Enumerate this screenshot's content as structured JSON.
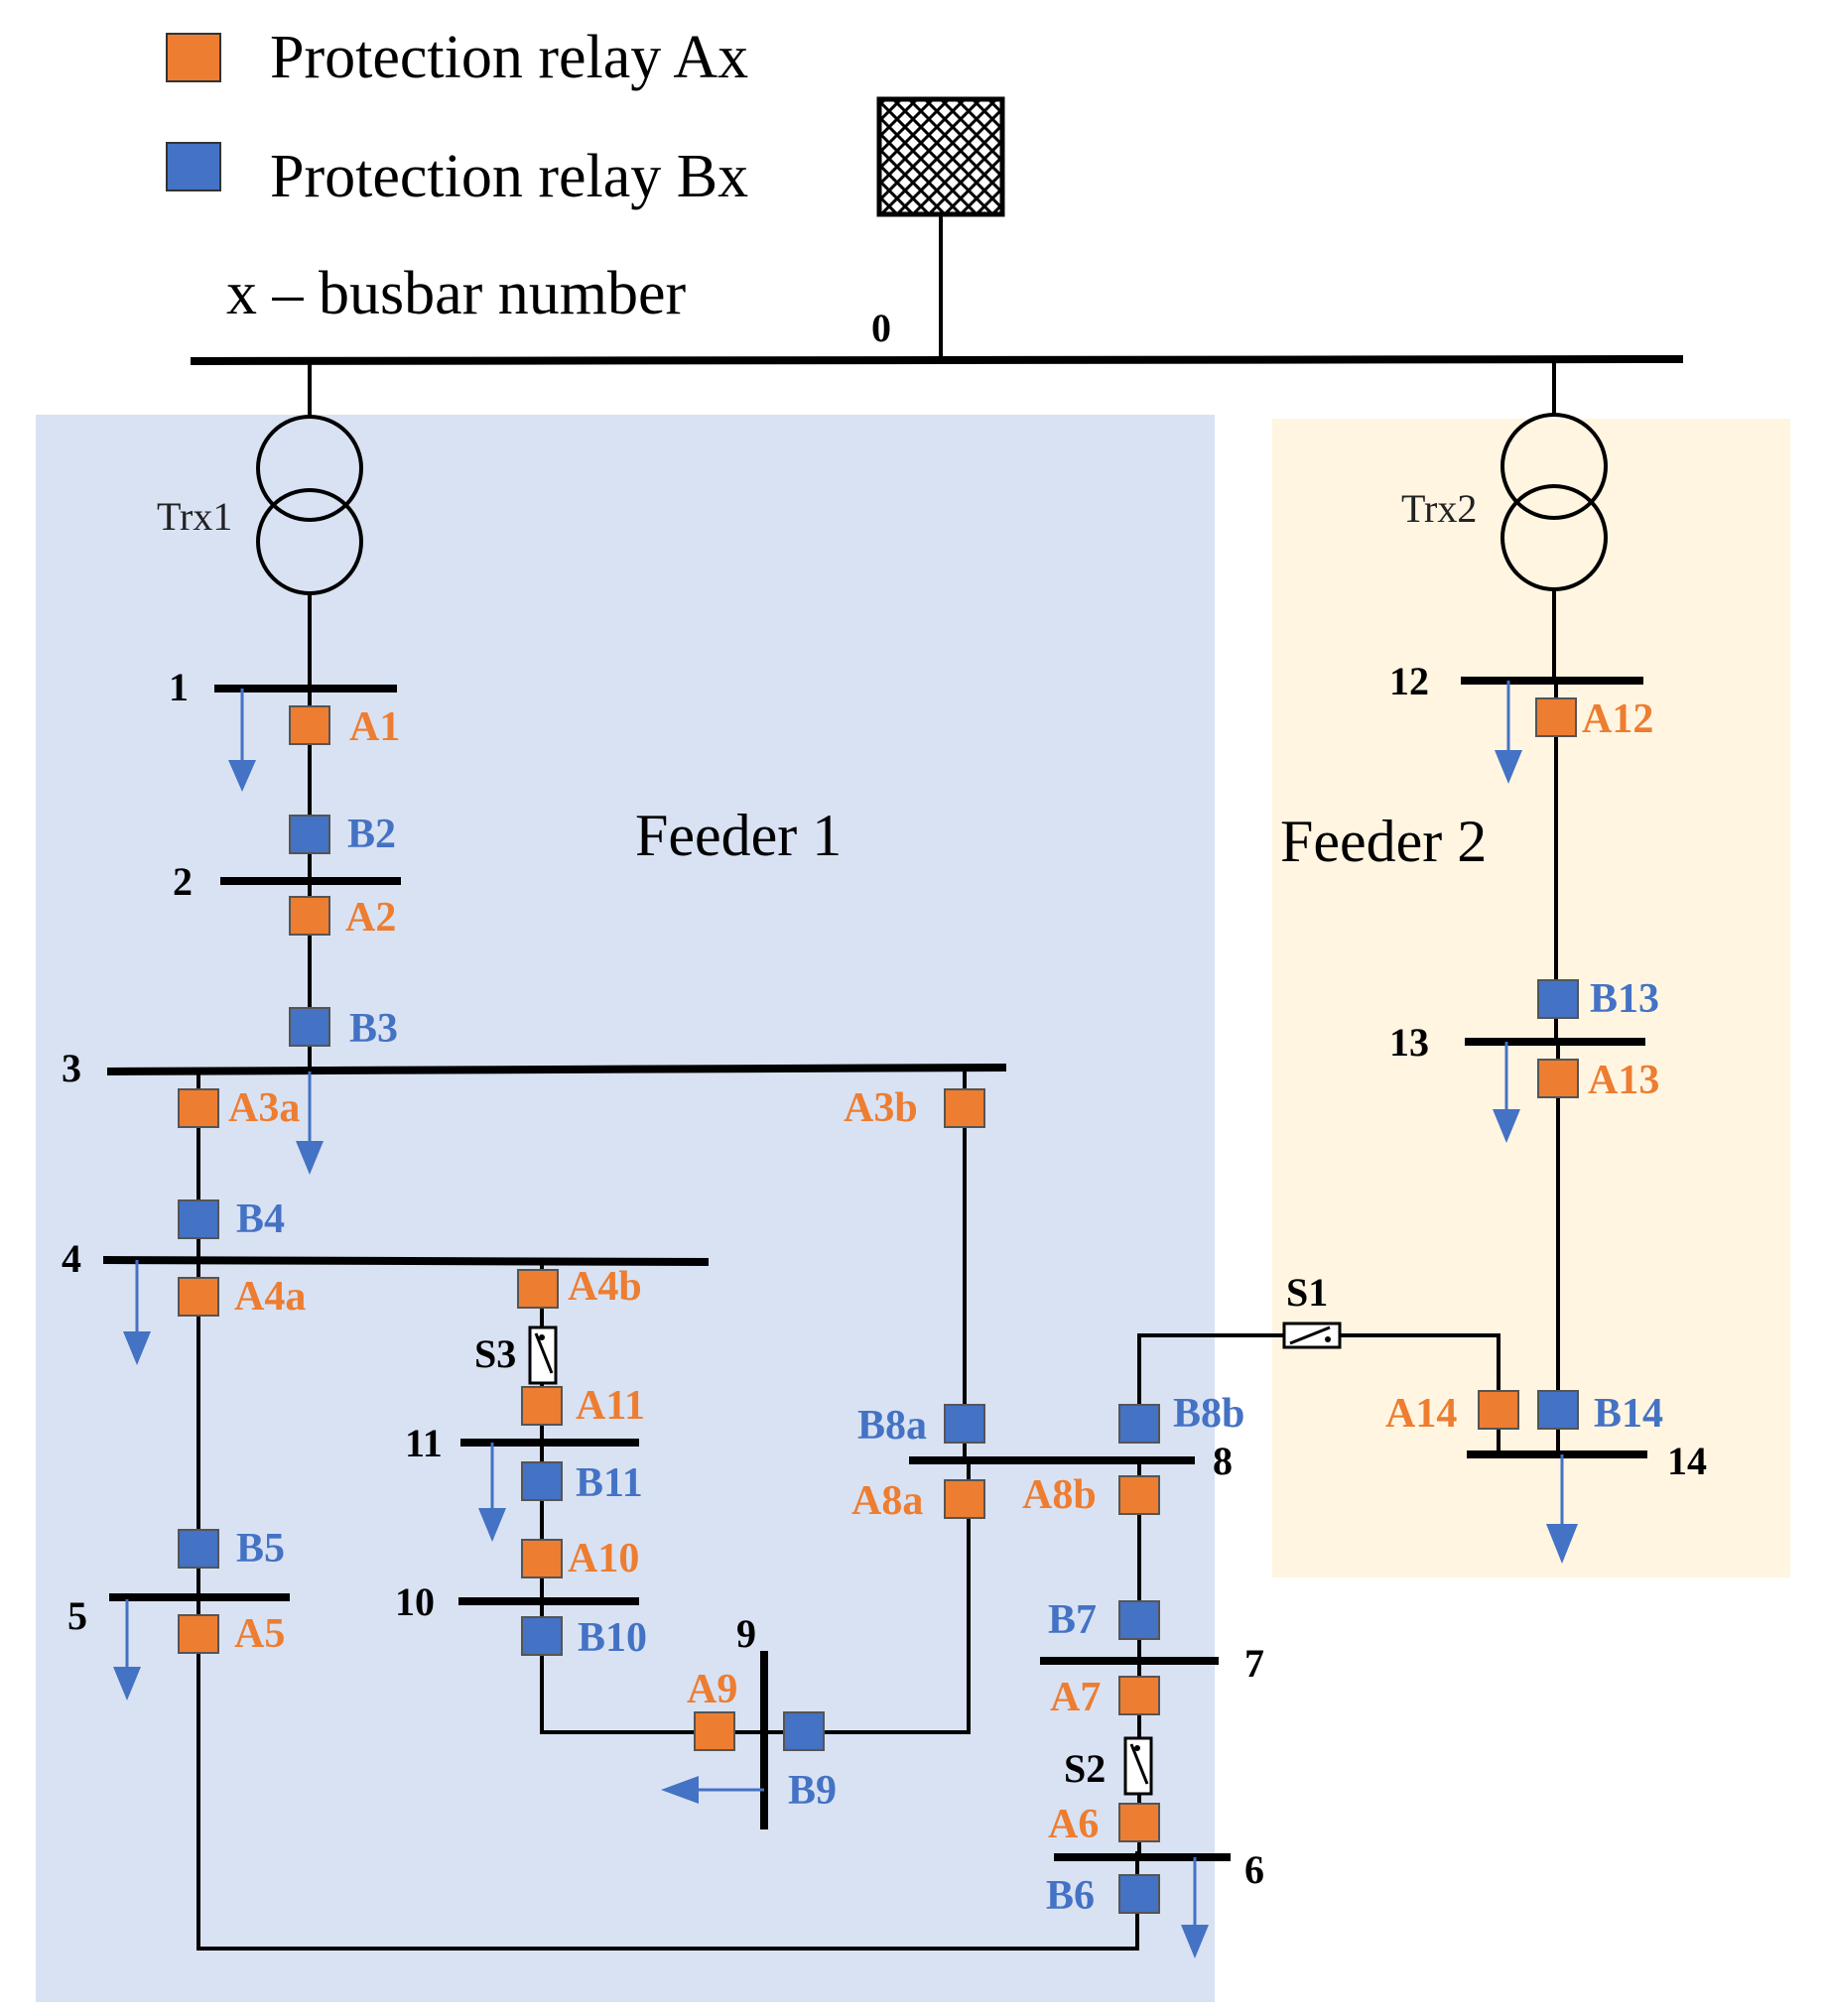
{
  "colors": {
    "relay_a": "#ED7D31",
    "relay_b": "#4472C4",
    "feeder1_bg": "#D9E2F3",
    "feeder2_bg": "#FFF5E1",
    "load_arrow": "#4472C4"
  },
  "legend": {
    "relay_a": "Protection relay Ax",
    "relay_b": "Protection relay Bx",
    "note": "x – busbar number"
  },
  "source_icon": "grid-source-icon",
  "transformers": {
    "trx1": "Trx1",
    "trx2": "Trx2"
  },
  "feeders": {
    "feeder1": "Feeder 1",
    "feeder2": "Feeder 2"
  },
  "buses": {
    "b0": "0",
    "b1": "1",
    "b2": "2",
    "b3": "3",
    "b4": "4",
    "b5": "5",
    "b6": "6",
    "b7": "7",
    "b8": "8",
    "b9": "9",
    "b10": "10",
    "b11": "11",
    "b12": "12",
    "b13": "13",
    "b14": "14"
  },
  "switches": {
    "s1": "S1",
    "s2": "S2",
    "s3": "S3"
  },
  "relays": {
    "A1": "A1",
    "B2": "B2",
    "A2": "A2",
    "B3": "B3",
    "A3a": "A3a",
    "A3b": "A3b",
    "B4": "B4",
    "A4a": "A4a",
    "A4b": "A4b",
    "B5": "B5",
    "A5": "A5",
    "S3_": "",
    "A11": "A11",
    "B11": "B11",
    "A10": "A10",
    "B10": "B10",
    "A9": "A9",
    "B9": "B9",
    "B8a": "B8a",
    "A8a": "A8a",
    "B8b": "B8b",
    "A8b": "A8b",
    "B7": "B7",
    "A7": "A7",
    "A6": "A6",
    "B6": "B6",
    "A12": "A12",
    "B13": "B13",
    "A13": "A13",
    "A14": "A14",
    "B14": "B14"
  }
}
